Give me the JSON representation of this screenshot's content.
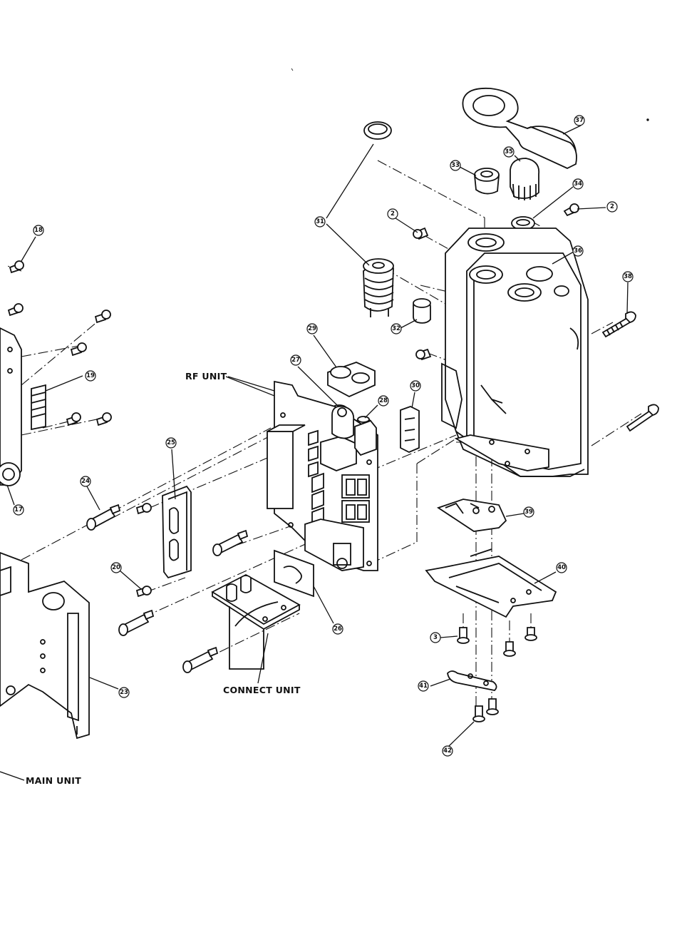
{
  "callouts": {
    "c2a": "2",
    "c2b": "2",
    "c3": "3",
    "c17": "17",
    "c18": "18",
    "c19": "19",
    "c20": "20",
    "c23": "23",
    "c24": "24",
    "c25": "25",
    "c26": "26",
    "c27": "27",
    "c28": "28",
    "c29": "29",
    "c30": "30",
    "c31": "31",
    "c32": "32",
    "c33": "33",
    "c34": "34",
    "c35": "35",
    "c36": "36",
    "c37": "37",
    "c38": "38",
    "c39": "39",
    "c40": "40",
    "c41": "41",
    "c42": "42"
  },
  "labels": {
    "rf_unit": "RF UNIT",
    "connect_unit": "CONNECT UNIT",
    "main_unit": "MAIN UNIT"
  }
}
